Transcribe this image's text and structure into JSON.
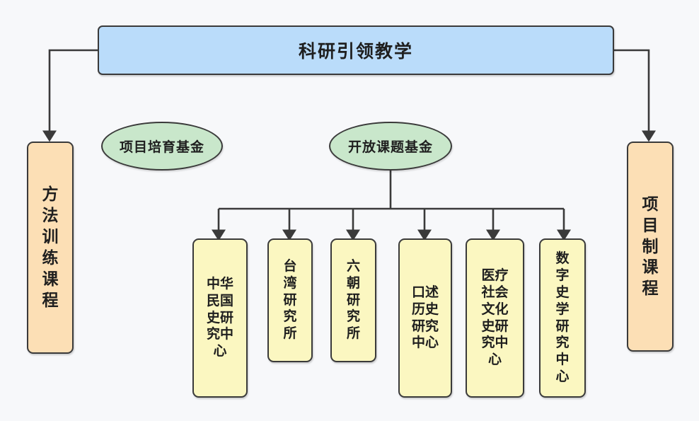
{
  "diagram": {
    "type": "organizational-tree",
    "title": "科研引领教学",
    "background_color": "#f7f8fa",
    "stroke_color": "#3a3a3a",
    "nodes": {
      "root": {
        "label": "科研引领教学",
        "shape": "rounded-rect",
        "fill": "#badcfa",
        "orientation": "horizontal"
      },
      "left_course": {
        "label": "方法训练课程",
        "shape": "rounded-rect",
        "fill": "#fcdfb5",
        "orientation": "vertical"
      },
      "right_course": {
        "label": "项目制课程",
        "shape": "rounded-rect",
        "fill": "#fcdfb5",
        "orientation": "vertical"
      },
      "fund_incubation": {
        "label": "项目培育基金",
        "shape": "ellipse",
        "fill": "#c9e7cb",
        "orientation": "horizontal"
      },
      "fund_open": {
        "label": "开放课题基金",
        "shape": "ellipse",
        "fill": "#c9e7cb",
        "orientation": "horizontal"
      }
    },
    "research_centers": [
      {
        "label": "中华民国史研究中心",
        "fill": "#fbf7c1",
        "columns": 2
      },
      {
        "label": "台湾研究所",
        "fill": "#fbf7c1",
        "columns": 1
      },
      {
        "label": "六朝研究所",
        "fill": "#fbf7c1",
        "columns": 1
      },
      {
        "label": "口述历史研究中心",
        "fill": "#fbf7c1",
        "columns": 2
      },
      {
        "label": "医疗社会文化史研究中心",
        "fill": "#fbf7c1",
        "columns": 2
      },
      {
        "label": "数字史学研究中心",
        "fill": "#fbf7c1",
        "columns": 1
      }
    ],
    "edges": [
      {
        "from": "root",
        "to": "left_course",
        "style": "orthogonal",
        "arrow": "triangle"
      },
      {
        "from": "root",
        "to": "right_course",
        "style": "orthogonal",
        "arrow": "triangle"
      },
      {
        "from": "fund_open",
        "to": "中华民国史研究中心",
        "style": "orthogonal-bus",
        "arrow": "triangle"
      },
      {
        "from": "fund_open",
        "to": "台湾研究所",
        "style": "orthogonal-bus",
        "arrow": "triangle"
      },
      {
        "from": "fund_open",
        "to": "六朝研究所",
        "style": "orthogonal-bus",
        "arrow": "triangle"
      },
      {
        "from": "fund_open",
        "to": "口述历史研究中心",
        "style": "orthogonal-bus",
        "arrow": "triangle"
      },
      {
        "from": "fund_open",
        "to": "医疗社会文化史研究中心",
        "style": "orthogonal-bus",
        "arrow": "triangle"
      },
      {
        "from": "fund_open",
        "to": "数字史学研究中心",
        "style": "orthogonal-bus",
        "arrow": "triangle"
      }
    ]
  }
}
